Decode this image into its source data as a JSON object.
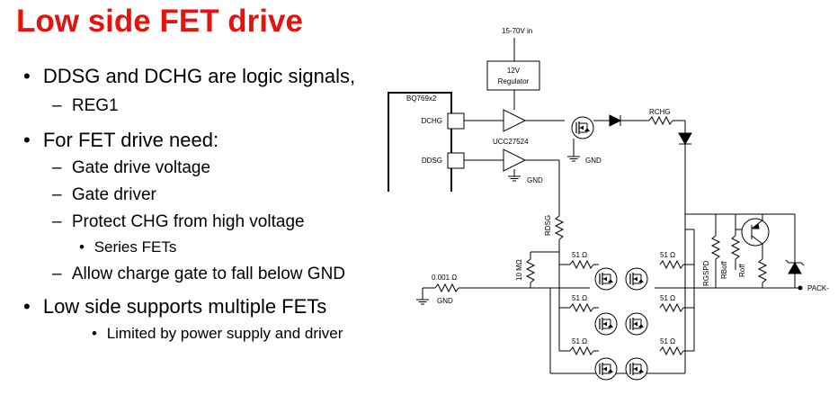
{
  "slide": {
    "title": "Low side FET drive",
    "bullets": [
      {
        "level": 1,
        "marker": "•",
        "text": "DDSG and DCHG are logic signals,"
      },
      {
        "level": 2,
        "marker": "–",
        "text": "REG1"
      },
      {
        "level": 1,
        "marker": "•",
        "text": "For FET drive need:"
      },
      {
        "level": 2,
        "marker": "–",
        "text": "Gate drive voltage"
      },
      {
        "level": 2,
        "marker": "–",
        "text": "Gate driver"
      },
      {
        "level": 2,
        "marker": "–",
        "text": "Protect CHG from high voltage"
      },
      {
        "level": 3,
        "marker": "•",
        "text": "Series FETs"
      },
      {
        "level": 2,
        "marker": "–",
        "text": "Allow charge gate to fall below GND"
      },
      {
        "level": 1,
        "marker": "•",
        "text": "Low side supports multiple FETs"
      },
      {
        "level": 3,
        "marker": "•",
        "text": "Limited by power supply and driver"
      }
    ]
  },
  "schematic": {
    "supply": "15-70V in",
    "regulator_line1": "12V",
    "regulator_line2": "Regulator",
    "ic": "BQ769x2",
    "pin_chg": "DCHG",
    "pin_dsg": "DDSG",
    "driver": "UCC27524",
    "gnd": "GND",
    "r_chg": "RCHG",
    "r_dsg": "RDSG",
    "r_10m": "10 MΩ",
    "r_shunt": "0.001 Ω",
    "r_gate": "51 Ω",
    "r_gspd": "RGSPD",
    "r_boff": "RBoff",
    "r_off": "Roff",
    "pack": "PACK-"
  }
}
